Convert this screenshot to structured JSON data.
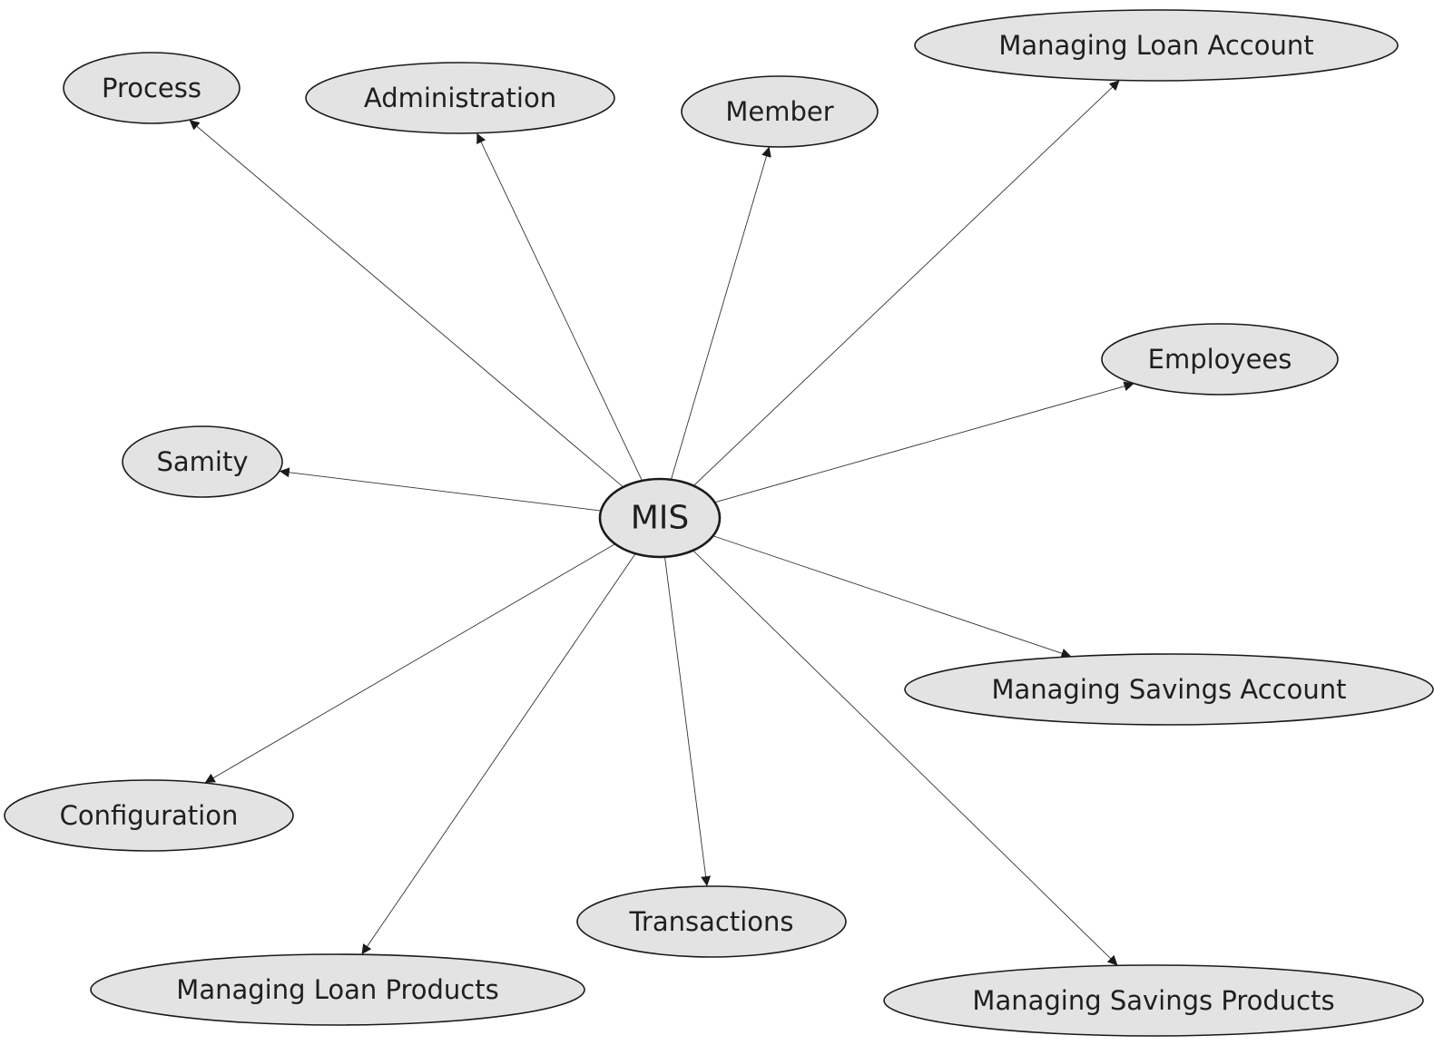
{
  "diagram": {
    "center": {
      "id": "mis",
      "label": "MIS"
    },
    "nodes": [
      {
        "id": "process",
        "label": "Process"
      },
      {
        "id": "administration",
        "label": "Administration"
      },
      {
        "id": "member",
        "label": "Member"
      },
      {
        "id": "managing-loan-account",
        "label": "Managing Loan Account"
      },
      {
        "id": "employees",
        "label": "Employees"
      },
      {
        "id": "samity",
        "label": "Samity"
      },
      {
        "id": "managing-savings-account",
        "label": "Managing Savings Account"
      },
      {
        "id": "configuration",
        "label": "Configuration"
      },
      {
        "id": "transactions",
        "label": "Transactions"
      },
      {
        "id": "managing-loan-products",
        "label": "Managing Loan Products"
      },
      {
        "id": "managing-savings-products",
        "label": "Managing Savings Products"
      }
    ],
    "edges": [
      {
        "from": "mis",
        "to": "process"
      },
      {
        "from": "mis",
        "to": "administration"
      },
      {
        "from": "mis",
        "to": "member"
      },
      {
        "from": "mis",
        "to": "managing-loan-account"
      },
      {
        "from": "mis",
        "to": "employees"
      },
      {
        "from": "mis",
        "to": "samity"
      },
      {
        "from": "mis",
        "to": "managing-savings-account"
      },
      {
        "from": "mis",
        "to": "configuration"
      },
      {
        "from": "mis",
        "to": "transactions"
      },
      {
        "from": "mis",
        "to": "managing-loan-products"
      },
      {
        "from": "mis",
        "to": "managing-savings-products"
      }
    ]
  }
}
